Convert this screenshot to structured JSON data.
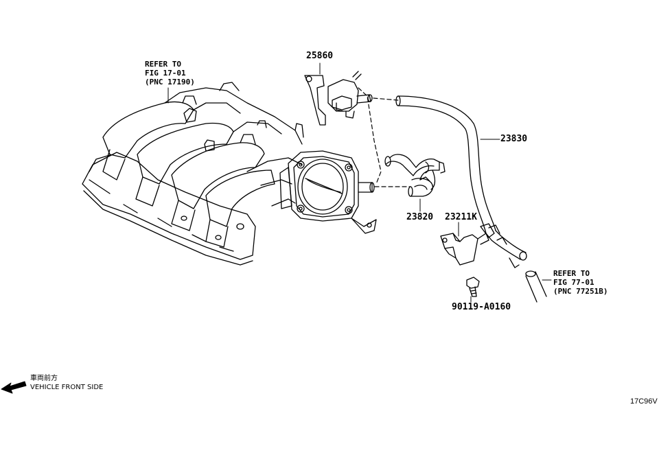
{
  "labels": {
    "p25860": "25860",
    "p23830": "23830",
    "p23820": "23820",
    "p23211k": "23211K",
    "p90119": "90119-A0160"
  },
  "ref_manifold": {
    "line1": "REFER TO",
    "line2": "FIG 17-01",
    "line3": "(PNC 17190)"
  },
  "ref_hose": {
    "line1": "REFER TO",
    "line2": "FIG 77-01",
    "line3": "(PNC 77251B)"
  },
  "front_indicator": {
    "jp": "車両前方",
    "en": "VEHICLE FRONT SIDE",
    "icon": "arrow-left-icon"
  },
  "illustration_code": "17C96V"
}
